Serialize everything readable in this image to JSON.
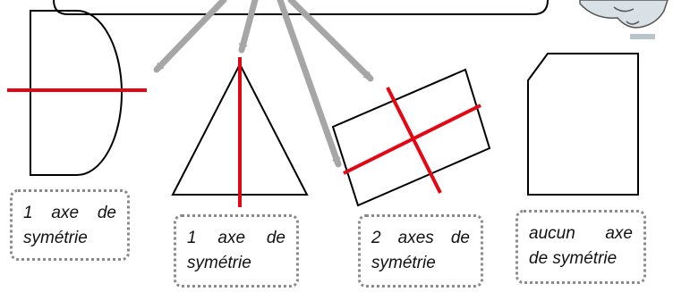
{
  "colors": {
    "axis": "#e30613",
    "arrow": "#a6a6a6",
    "outline": "#000000",
    "caption_border": "#8a8a8a"
  },
  "figures": [
    {
      "shape": "half-disc (D shape)",
      "axes_count": 1
    },
    {
      "shape": "isosceles triangle",
      "axes_count": 1
    },
    {
      "shape": "rectangle (tilted)",
      "axes_count": 2
    },
    {
      "shape": "pentagon (rectangle with one corner cut)",
      "axes_count": 0
    }
  ],
  "captions": [
    {
      "line1_words": [
        "1",
        "axe",
        "de"
      ],
      "line2": "symétrie"
    },
    {
      "line1_words": [
        "1",
        "axe",
        "de"
      ],
      "line2": "symétrie"
    },
    {
      "line1_words": [
        "2",
        "axes",
        "de"
      ],
      "line2": "symétrie"
    },
    {
      "line1_words": [
        "aucun",
        "axe"
      ],
      "line2": "de symétrie"
    }
  ],
  "icons": {
    "mascot": "cartoon-character-icon",
    "arrow": "arrow-icon"
  }
}
